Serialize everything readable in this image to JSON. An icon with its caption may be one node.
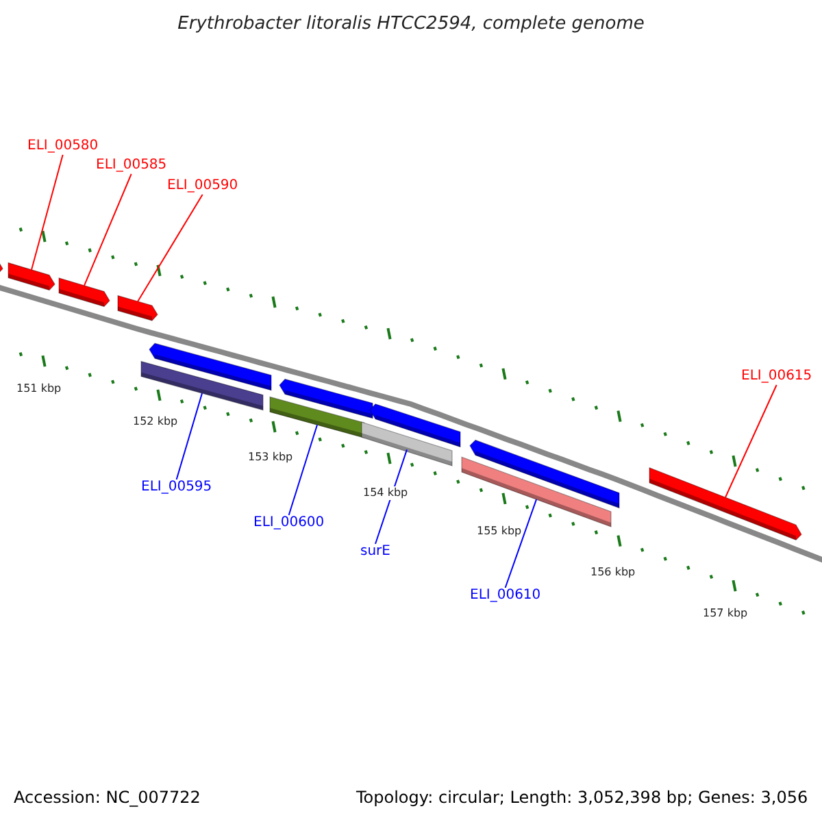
{
  "diagram": {
    "title": "Erythrobacter litoralis HTCC2594, complete genome",
    "nodes": [
      {
        "text": [
          "ELI_00580"
        ]
      },
      {
        "text": [
          "ELI_00585"
        ]
      },
      {
        "text": [
          "ELI_00590"
        ]
      },
      {
        "text": [
          "ELI_00595"
        ]
      },
      {
        "text": [
          "ELI_00600"
        ]
      },
      {
        "text": [
          "surE"
        ]
      },
      {
        "text": [
          "ELI_00610"
        ]
      },
      {
        "text": [
          "ELI_00615"
        ]
      },
      {
        "text": [],
        "shape": "bar"
      },
      {
        "text": [],
        "shape": "bar"
      },
      {
        "text": [],
        "shape": "bar"
      },
      {
        "text": [],
        "shape": "bar"
      },
      {
        "text": [],
        "shape": "bar"
      },
      {
        "text": [],
        "shape": "bar"
      },
      {
        "text": [],
        "shape": "bar"
      },
      {
        "text": [],
        "shape": "bar"
      },
      {
        "text": [],
        "shape": "bar"
      },
      {
        "text": [],
        "shape": "bar"
      },
      {
        "text": [],
        "shape": "bar"
      },
      {
        "text": [],
        "shape": "bar"
      },
      {
        "text": [],
        "shape": "bar"
      }
    ],
    "edges": [
      {
        "from": 0,
        "to": 9,
        "arrow": "none",
        "color": "#ff0000"
      },
      {
        "from": 1,
        "to": 10,
        "arrow": "none",
        "color": "#ff0000"
      },
      {
        "from": 2,
        "to": 11,
        "arrow": "none",
        "color": "#ff0000"
      },
      {
        "from": 3,
        "to": 13,
        "arrow": "none",
        "color": "#0000ff"
      },
      {
        "from": 4,
        "to": 15,
        "arrow": "none",
        "color": "#0000ff"
      },
      {
        "from": 5,
        "to": 17,
        "arrow": "none",
        "color": "#0000ff"
      },
      {
        "from": 6,
        "to": 19,
        "arrow": "none",
        "color": "#0000ff"
      },
      {
        "from": 7,
        "to": 20,
        "arrow": "none",
        "color": "#ff0000"
      }
    ],
    "labels": [
      "151 kbp",
      "152 kbp",
      "153 kbp",
      "154 kbp",
      "155 kbp",
      "156 kbp",
      "157 kbp",
      "Accession: NC_007722",
      "Topology: circular; Length: 3,052,398 bp; Genes: 3,056"
    ]
  }
}
